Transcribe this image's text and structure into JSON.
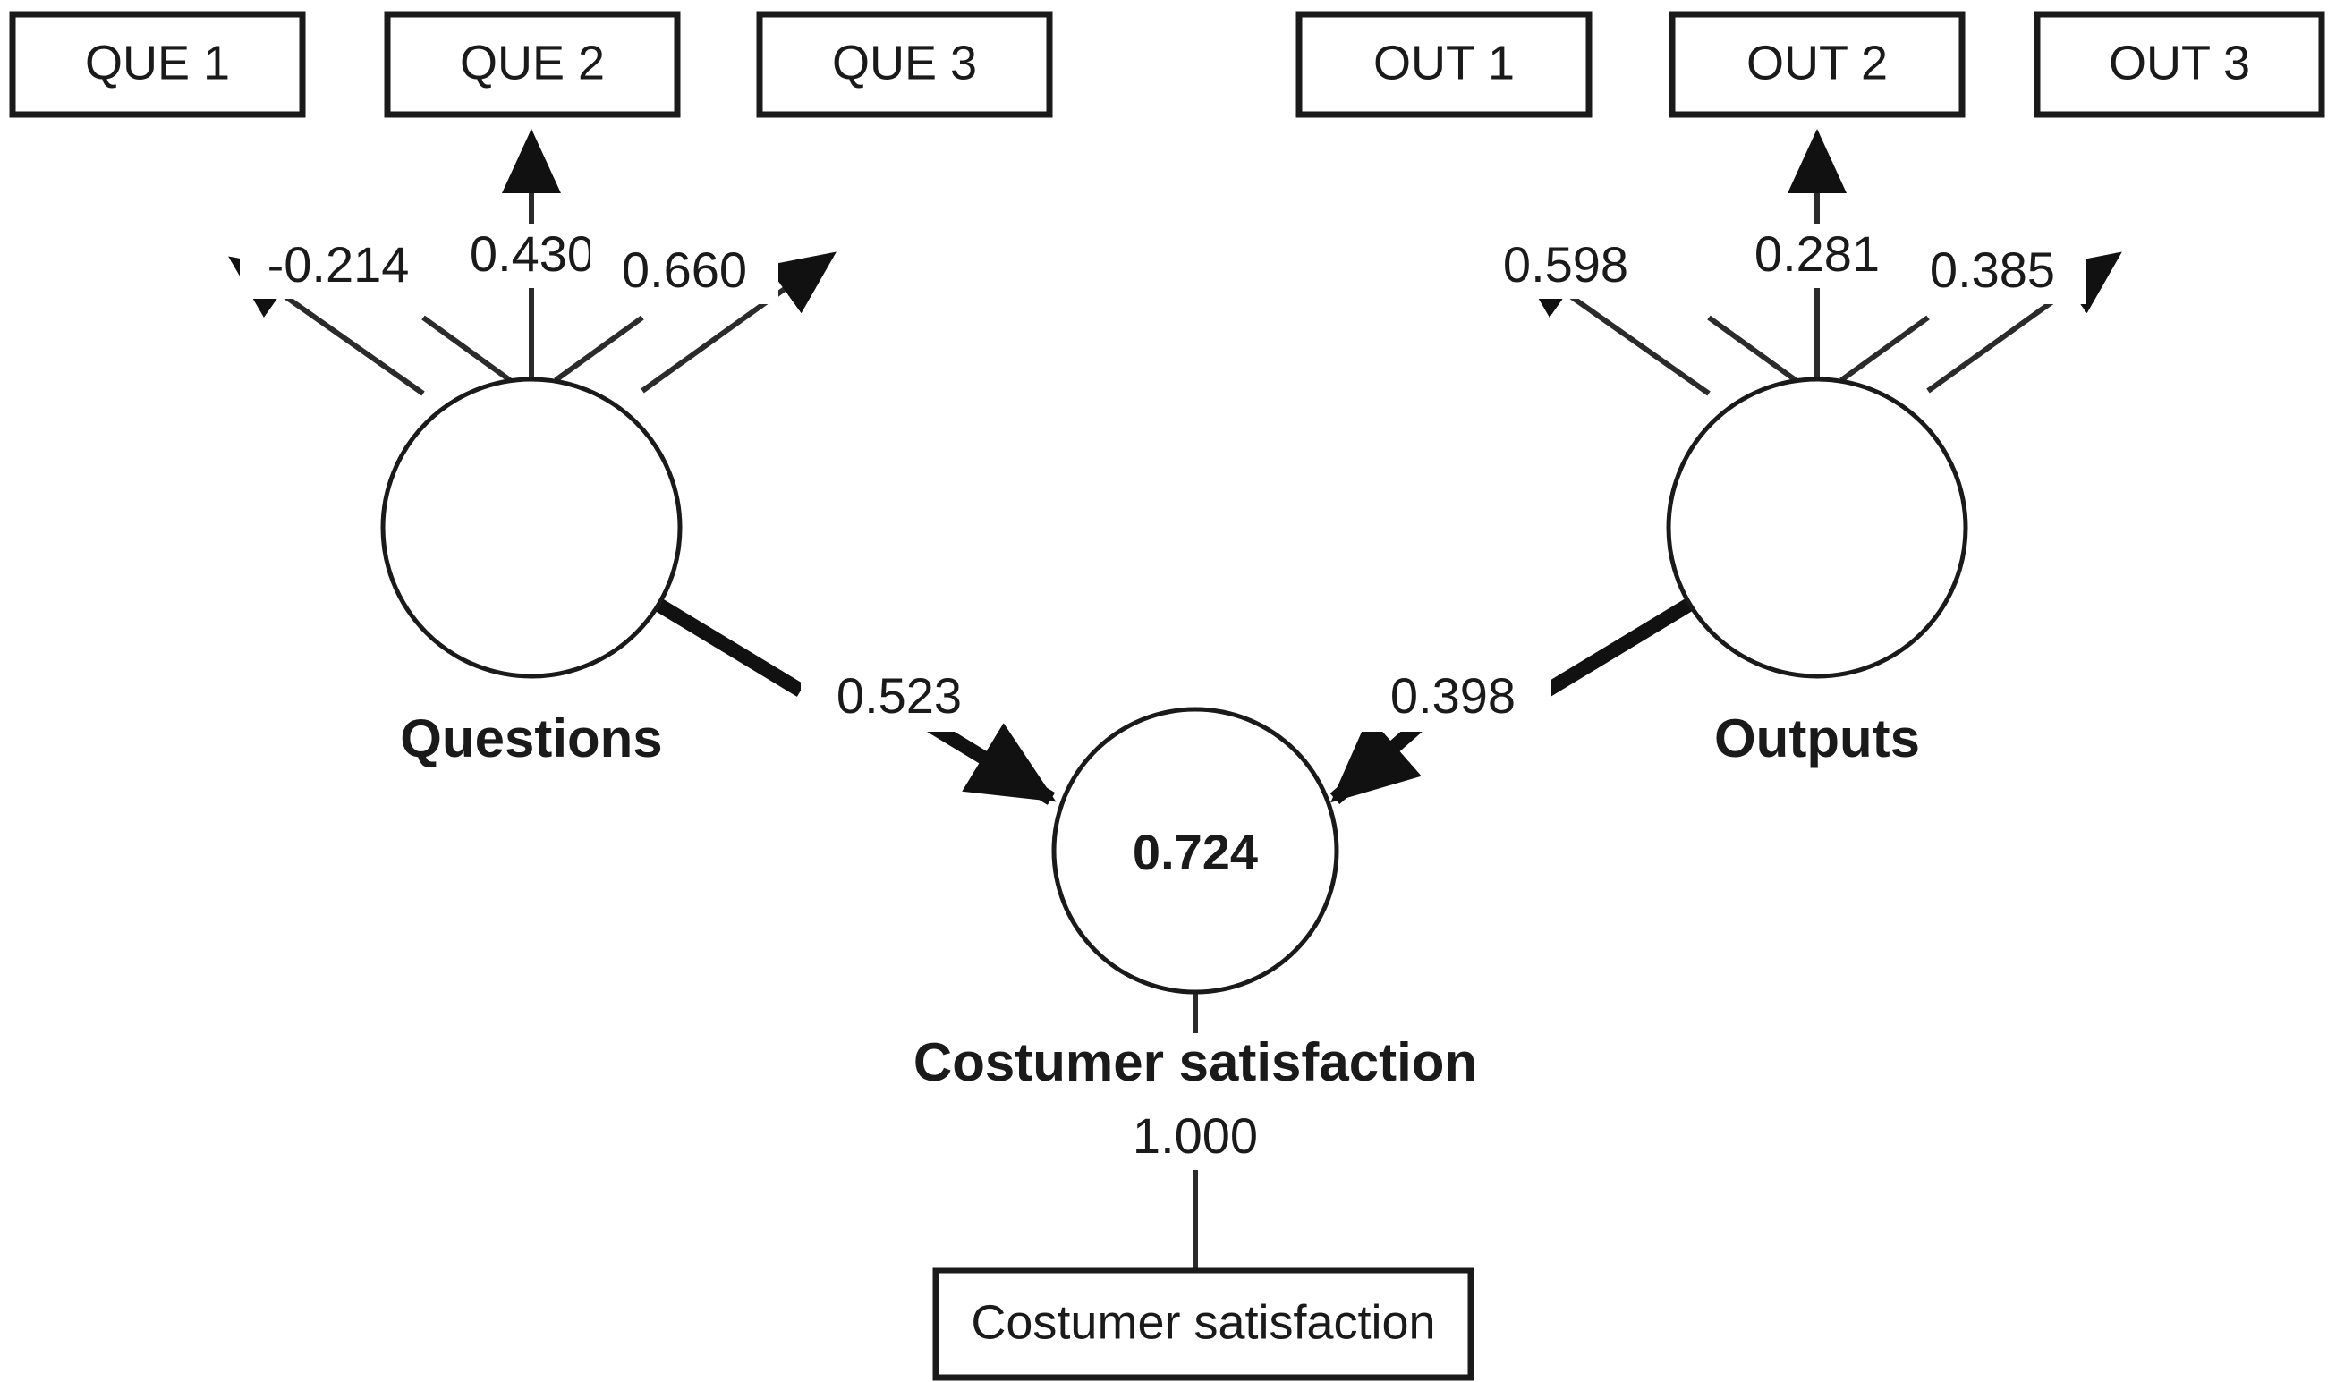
{
  "diagram": {
    "type": "sem-path-diagram",
    "title": "",
    "background_color": "#ffffff",
    "line_color": "#1a1a1a",
    "text_color": "#1a1a1a"
  },
  "indicators": {
    "questions": [
      {
        "label": "QUE 1",
        "loading": "-0.214"
      },
      {
        "label": "QUE 2",
        "loading": "0.430"
      },
      {
        "label": "QUE 3",
        "loading": "0.660"
      }
    ],
    "outputs": [
      {
        "label": "OUT 1",
        "loading": "0.598"
      },
      {
        "label": "OUT 2",
        "loading": "0.281"
      },
      {
        "label": "OUT 3",
        "loading": "0.385"
      }
    ],
    "satisfaction": [
      {
        "label": "Costumer satisfaction",
        "loading": "1.000"
      }
    ]
  },
  "constructs": {
    "left": {
      "name": "Questions"
    },
    "right": {
      "name": "Outputs"
    },
    "center": {
      "name": "Costumer satisfaction",
      "r_squared": "0.724"
    }
  },
  "paths": {
    "questions_to_satisfaction": "0.523",
    "outputs_to_satisfaction": "0.398"
  },
  "chart_data": {
    "type": "diagram",
    "title": "Structural equation model: Questions and Outputs predicting Costumer satisfaction",
    "nodes": [
      {
        "id": "QUE1",
        "kind": "indicator",
        "label": "QUE 1"
      },
      {
        "id": "QUE2",
        "kind": "indicator",
        "label": "QUE 2"
      },
      {
        "id": "QUE3",
        "kind": "indicator",
        "label": "QUE 3"
      },
      {
        "id": "OUT1",
        "kind": "indicator",
        "label": "OUT 1"
      },
      {
        "id": "OUT2",
        "kind": "indicator",
        "label": "OUT 2"
      },
      {
        "id": "OUT3",
        "kind": "indicator",
        "label": "OUT 3"
      },
      {
        "id": "CS_IND",
        "kind": "indicator",
        "label": "Costumer satisfaction"
      },
      {
        "id": "QUESTIONS",
        "kind": "latent",
        "label": "Questions"
      },
      {
        "id": "OUTPUTS",
        "kind": "latent",
        "label": "Outputs"
      },
      {
        "id": "CS",
        "kind": "latent",
        "label": "Costumer satisfaction",
        "r_squared": 0.724
      }
    ],
    "edges": [
      {
        "from": "QUESTIONS",
        "to": "QUE1",
        "value": -0.214,
        "kind": "loading"
      },
      {
        "from": "QUESTIONS",
        "to": "QUE2",
        "value": 0.43,
        "kind": "loading"
      },
      {
        "from": "QUESTIONS",
        "to": "QUE3",
        "value": 0.66,
        "kind": "loading"
      },
      {
        "from": "OUTPUTS",
        "to": "OUT1",
        "value": 0.598,
        "kind": "loading"
      },
      {
        "from": "OUTPUTS",
        "to": "OUT2",
        "value": 0.281,
        "kind": "loading"
      },
      {
        "from": "OUTPUTS",
        "to": "OUT3",
        "value": 0.385,
        "kind": "loading"
      },
      {
        "from": "CS",
        "to": "CS_IND",
        "value": 1.0,
        "kind": "loading"
      },
      {
        "from": "QUESTIONS",
        "to": "CS",
        "value": 0.523,
        "kind": "structural"
      },
      {
        "from": "OUTPUTS",
        "to": "CS",
        "value": 0.398,
        "kind": "structural"
      }
    ]
  }
}
